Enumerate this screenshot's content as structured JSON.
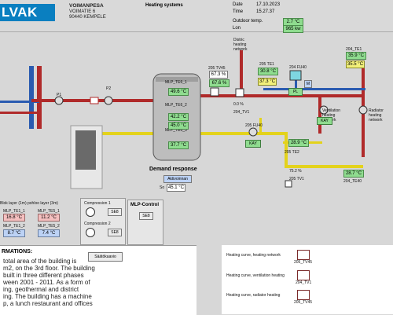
{
  "header": {
    "logo": "LVAK",
    "site_name": "VOIMANPESA",
    "address1": "VOIMATIE 6",
    "address2": "90440 KEMPELE",
    "title": "Heating systems",
    "date_label": "Date",
    "date_value": "17.10.2023",
    "time_label": "Time",
    "time_value": "15.27.37",
    "outdoor_label": "Outdoor temp.",
    "outdoor_value": "2.7 °C",
    "lon_label": "Lon",
    "lon_value": "965 kw"
  },
  "diagram": {
    "pump1": "P1",
    "pump2": "P2",
    "district_label": "Distric heating network",
    "tank_labels": {
      "t1": "MLP_TE6_1",
      "t2": "MLP_TE6_2",
      "t3": "MLP_TE6_3"
    },
    "tank_values": {
      "v1": "49.6 °C",
      "v2": "42.2 °C",
      "v3": "45.0 °C",
      "v4": "37.7 °C"
    },
    "te45_label": "205 TV45",
    "te45_value": "67.3 %",
    "te45_value2": "67.6 %",
    "te1_label": "205 TE1",
    "te1_value": "30.8 °C",
    "te1_value2": "37.3 °C",
    "tv1_value": "0.0 %",
    "tv1_label": "204_TV1",
    "fu40_label": "204 FU40",
    "fu40_btn": "PL",
    "fu40_side": "M",
    "te1b_label": "204_TE1",
    "te1b_value": "35.9 °C",
    "te1b_value2": "35.5 °C",
    "ventilation_label": "Ventilation heating network",
    "radiator_label": "Radiator heating network",
    "fu40b_label": "205 FU40",
    "kay_label": "KAY",
    "kay2_label": "KAY",
    "te2_value": "28.9 °C",
    "te2_label": "205 TE2",
    "tv2_value": "75.2 %",
    "tv2_label": "205 TV1",
    "te40_value": "28.7 °C",
    "te40_label": "204_TE40",
    "demand_title": "Demand response",
    "demand_btn": "Aktivoinnan",
    "demand_so": "So",
    "demand_value": "45.1 °C",
    "layer_top_label": "Blok layer (1m)",
    "layer_bot_label": "pohloo layer (3m)",
    "mlp_te1_label": "MLP_TE1_1",
    "mlp_te1_value": "16.8 °C",
    "mlp_te2_label": "MLP_TE1_2",
    "mlp_te2_value": "8.7 °C",
    "mlp_te5_label": "MLP_TE5_1",
    "mlp_te5_value": "11.2 °C",
    "mlp_te6_label": "MLP_TE5_2",
    "mlp_te6_value": "7.4 °C",
    "comp1_label": "Compression 1",
    "comp1_btn": "SE8",
    "comp2_label": "Compression 2",
    "comp2_btn": "SE8",
    "mlp_title": "MLP-Control",
    "mlp_btn": "SE8"
  },
  "info": {
    "heading": "RMATIONS:",
    "lines": [
      "total area of the building is",
      "m2, on the 3rd floor. The building",
      "built in three different phases",
      "ween 2001 - 2011. As a form of",
      "ing, geothermal and district",
      "ing. The building has a machine",
      "p, a lunch restaurant and offices"
    ],
    "button": "Säätökaavio"
  },
  "curves": {
    "items": [
      {
        "label": "Heating curve, heating network",
        "tag": "205_TV45"
      },
      {
        "label": "Heating curve, ventilation heating",
        "tag": "204_TV1"
      },
      {
        "label": "Heating curve, radiator heating",
        "tag": "205_TV45"
      }
    ]
  },
  "colors": {
    "hot": "#b02a2a",
    "warm": "#e3d21c",
    "cold": "#2a5bb0",
    "green": "#8fdc8f",
    "logo": "#0a7fc0"
  }
}
